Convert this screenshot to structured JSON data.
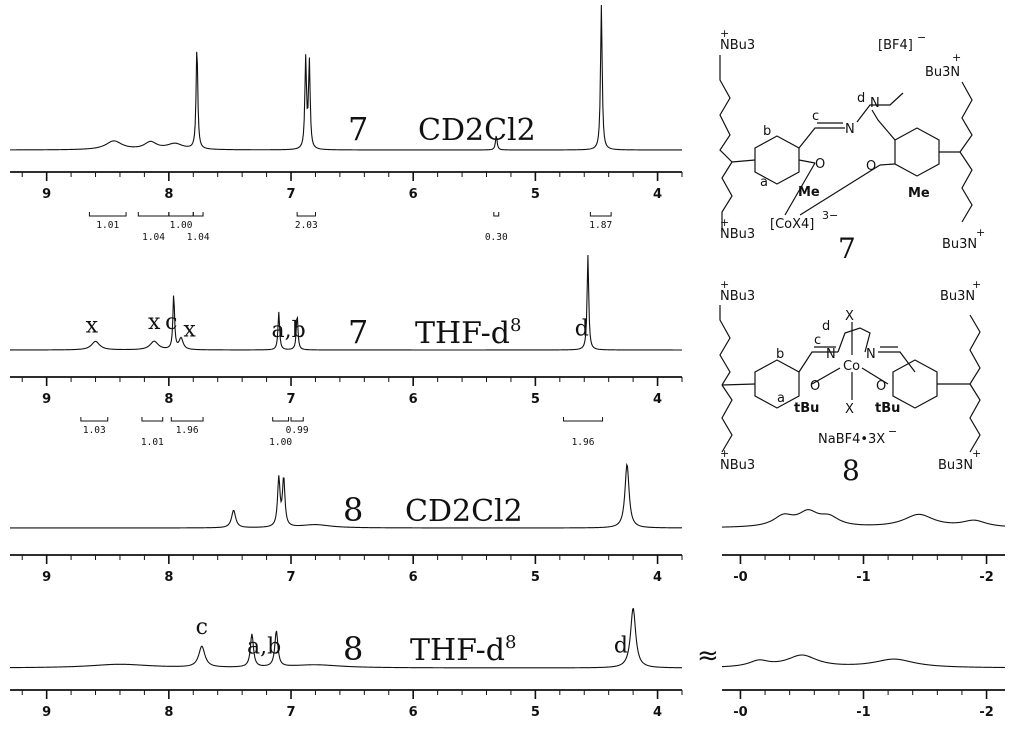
{
  "chart_data": [
    {
      "type": "line",
      "compound": "7",
      "solvent": "CD2Cl2",
      "xlim": [
        9.3,
        3.8
      ],
      "xticks": [
        9,
        8,
        7,
        6,
        5,
        4
      ],
      "peaks": [
        {
          "x": 8.45,
          "h": 0.06,
          "w": 0.08
        },
        {
          "x": 8.15,
          "h": 0.05,
          "w": 0.06
        },
        {
          "x": 7.95,
          "h": 0.04,
          "w": 0.08
        },
        {
          "x": 7.77,
          "h": 0.72,
          "w": 0.008
        },
        {
          "x": 6.88,
          "h": 0.62,
          "w": 0.008
        },
        {
          "x": 6.85,
          "h": 0.6,
          "w": 0.008
        },
        {
          "x": 5.32,
          "h": 0.1,
          "w": 0.008
        },
        {
          "x": 4.46,
          "h": 1.0,
          "w": 0.008
        }
      ],
      "integrals": [
        {
          "from": 8.65,
          "to": 8.35,
          "label": "1.01"
        },
        {
          "from": 8.25,
          "to": 8.0,
          "label": "1.04"
        },
        {
          "from": 8.0,
          "to": 7.8,
          "label": "1.00"
        },
        {
          "from": 7.8,
          "to": 7.72,
          "label": "1.04"
        },
        {
          "from": 6.95,
          "to": 6.8,
          "label": "2.03"
        },
        {
          "from": 5.34,
          "to": 5.3,
          "label": "0.30"
        },
        {
          "from": 4.55,
          "to": 4.38,
          "label": "1.87"
        }
      ],
      "peak_labels": []
    },
    {
      "type": "line",
      "compound": "7",
      "solvent": "THF-d",
      "solvent_sup": "8",
      "xlim": [
        9.3,
        3.8
      ],
      "xticks": [
        9,
        8,
        7,
        6,
        5,
        4
      ],
      "peaks": [
        {
          "x": 8.6,
          "h": 0.09,
          "w": 0.04
        },
        {
          "x": 8.12,
          "h": 0.09,
          "w": 0.04
        },
        {
          "x": 7.96,
          "h": 0.58,
          "w": 0.008
        },
        {
          "x": 7.9,
          "h": 0.12,
          "w": 0.02
        },
        {
          "x": 7.1,
          "h": 0.4,
          "w": 0.008
        },
        {
          "x": 6.95,
          "h": 0.38,
          "w": 0.008
        },
        {
          "x": 4.57,
          "h": 1.0,
          "w": 0.008
        }
      ],
      "integrals": [
        {
          "from": 8.72,
          "to": 8.5,
          "label": "1.03"
        },
        {
          "from": 8.22,
          "to": 8.05,
          "label": "1.01"
        },
        {
          "from": 7.98,
          "to": 7.72,
          "label": "1.96"
        },
        {
          "from": 7.15,
          "to": 7.02,
          "label": "1.00"
        },
        {
          "from": 7.0,
          "to": 6.9,
          "label": "0.99"
        },
        {
          "from": 4.77,
          "to": 4.45,
          "label": "1.96"
        }
      ],
      "peak_labels": [
        {
          "x": 8.63,
          "label": "x"
        },
        {
          "x": 8.12,
          "label": "x"
        },
        {
          "x": 7.98,
          "label": "c"
        },
        {
          "x": 7.83,
          "label": "x"
        },
        {
          "x": 7.02,
          "label": "a,b"
        },
        {
          "x": 4.62,
          "label": "d"
        }
      ]
    },
    {
      "type": "line",
      "compound": "8",
      "solvent": "CD2Cl2",
      "xlim": [
        9.3,
        3.8
      ],
      "xticks": [
        9,
        8,
        7,
        6,
        5,
        4
      ],
      "peaks": [
        {
          "x": 7.47,
          "h": 0.22,
          "w": 0.02
        },
        {
          "x": 7.1,
          "h": 0.6,
          "w": 0.012
        },
        {
          "x": 7.06,
          "h": 0.6,
          "w": 0.012
        },
        {
          "x": 6.8,
          "h": 0.04,
          "w": 0.15
        },
        {
          "x": 4.25,
          "h": 0.8,
          "w": 0.02
        }
      ],
      "integrals": [],
      "peak_labels": [],
      "inset": {
        "xlim": [
          0.15,
          -2.15
        ],
        "xticks": [
          "-0",
          "-1",
          "-2"
        ],
        "xtick_values": [
          0,
          -1,
          -2
        ],
        "peaks": [
          {
            "x": -0.35,
            "h": 0.13,
            "w": 0.1
          },
          {
            "x": -0.55,
            "h": 0.17,
            "w": 0.1
          },
          {
            "x": -0.72,
            "h": 0.11,
            "w": 0.1
          },
          {
            "x": -1.45,
            "h": 0.16,
            "w": 0.15
          },
          {
            "x": -1.9,
            "h": 0.08,
            "w": 0.12
          }
        ]
      }
    },
    {
      "type": "line",
      "compound": "8",
      "solvent": "THF-d",
      "solvent_sup": "8",
      "xlim": [
        9.3,
        3.8
      ],
      "xticks": [
        9,
        8,
        7,
        6,
        5,
        4
      ],
      "peaks": [
        {
          "x": 8.4,
          "h": 0.06,
          "w": 0.3
        },
        {
          "x": 7.73,
          "h": 0.35,
          "w": 0.03
        },
        {
          "x": 7.32,
          "h": 0.55,
          "w": 0.015
        },
        {
          "x": 7.12,
          "h": 0.6,
          "w": 0.015
        },
        {
          "x": 6.8,
          "h": 0.05,
          "w": 0.25
        },
        {
          "x": 4.2,
          "h": 1.0,
          "w": 0.025
        }
      ],
      "integrals": [],
      "peak_labels": [
        {
          "x": 7.73,
          "label": "c"
        },
        {
          "x": 7.22,
          "label": "a,b"
        },
        {
          "x": 4.3,
          "label": "d"
        }
      ],
      "inset": {
        "xlim": [
          0.15,
          -2.15
        ],
        "xticks": [
          "-0",
          "-1",
          "-2"
        ],
        "xtick_values": [
          0,
          -1,
          -2
        ],
        "peaks": [
          {
            "x": -0.15,
            "h": 0.1,
            "w": 0.1
          },
          {
            "x": -0.5,
            "h": 0.2,
            "w": 0.15
          },
          {
            "x": -1.25,
            "h": 0.14,
            "w": 0.2
          }
        ]
      }
    }
  ],
  "axis_break_symbol": "≈",
  "structure_7": {
    "label": "7",
    "nbu3_top_left": "NBu3",
    "nbu3_bottom_left": "NBu3",
    "nbu3_top_right": "Bu3N",
    "nbu3_bottom_right": "Bu3N",
    "plus": "+",
    "anion": "[BF4]",
    "anion_charge": "−",
    "cobalt": "[CoX4]",
    "cobalt_charge": "3−",
    "me_left": "Me",
    "me_right": "Me",
    "o_left": "O",
    "o_right": "O",
    "n_left": "N",
    "n_right": "N",
    "site_a": "a",
    "site_b": "b",
    "site_c": "c",
    "site_d": "d"
  },
  "structure_8": {
    "label": "8",
    "nbu3_top_left": "NBu3",
    "nbu3_bottom_left": "NBu3",
    "nbu3_top_right": "Bu3N",
    "nbu3_bottom_right": "Bu3N",
    "plus": "+",
    "salt": "NaBF4•3X",
    "salt_charge": "−",
    "cobalt": "Co",
    "x_top": "X",
    "x_bottom": "X",
    "tbu_left": "tBu",
    "tbu_right": "tBu",
    "o_left": "O",
    "o_right": "O",
    "n_left": "N",
    "n_right": "N",
    "site_a": "a",
    "site_b": "b",
    "site_c": "c",
    "site_d": "d"
  }
}
